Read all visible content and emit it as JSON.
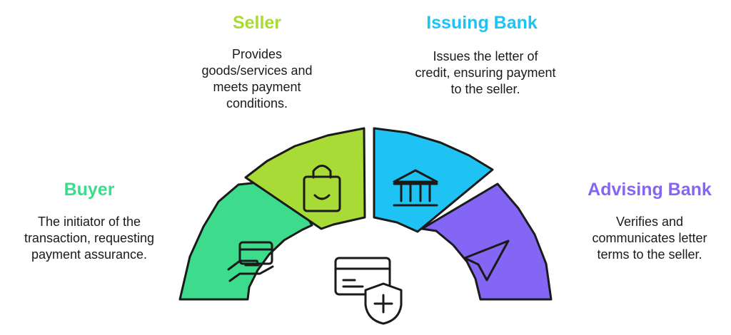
{
  "segments": [
    {
      "key": "buyer",
      "title": "Buyer",
      "color": "#3ddc8d",
      "icon": "hand-card-icon",
      "description": [
        "The initiator of the",
        "transaction, requesting",
        "payment assurance."
      ]
    },
    {
      "key": "seller",
      "title": "Seller",
      "color": "#a8db35",
      "icon": "shopping-bag-icon",
      "description": [
        "Provides",
        "goods/services and",
        "meets payment",
        "conditions."
      ]
    },
    {
      "key": "issuing-bank",
      "title": "Issuing Bank",
      "color": "#1ec3f4",
      "icon": "bank-icon",
      "description": [
        "Issues the letter of",
        "credit, ensuring payment",
        "to the seller."
      ]
    },
    {
      "key": "advising-bank",
      "title": "Advising Bank",
      "color": "#8466f4",
      "icon": "navigation-arrow-icon",
      "description": [
        "Verifies and",
        "communicates letter",
        "terms to the seller."
      ]
    }
  ],
  "center": {
    "icon": "card-shield-icon"
  },
  "colors": {
    "stroke": "#1a1a1a",
    "buyer_title": "#3ddc8d",
    "seller_title": "#a8db35",
    "issuing_title": "#1ec3f4",
    "advising_title": "#8466f4"
  }
}
